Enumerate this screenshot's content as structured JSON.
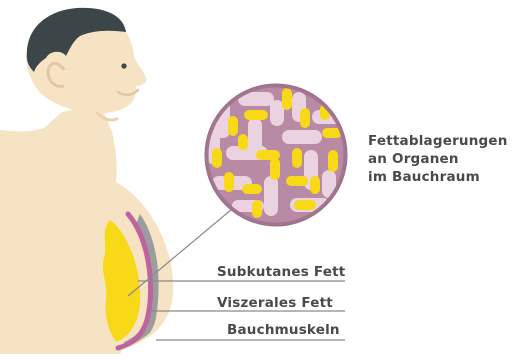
{
  "labels": {
    "organ_fat": [
      "Fettablagerungen",
      "an Organen",
      "im Bauchraum"
    ],
    "subcutaneous": "Subkutanes Fett",
    "visceral": "Viszerales Fett",
    "muscles": "Bauchmuskeln"
  },
  "colors": {
    "skin": "#f6e3c4",
    "hair": "#3c4648",
    "fat_yellow": "#f7d917",
    "muscle_pink": "#c0639d",
    "visceral_gray": "#9a9c9e",
    "organ_bg": "#b98aa4",
    "organ_tissue": "#ead3de",
    "leader_line": "#8a8a8a",
    "text": "#4a4a4a"
  },
  "icons": [
    "person-illustration",
    "magnifier-circle"
  ]
}
